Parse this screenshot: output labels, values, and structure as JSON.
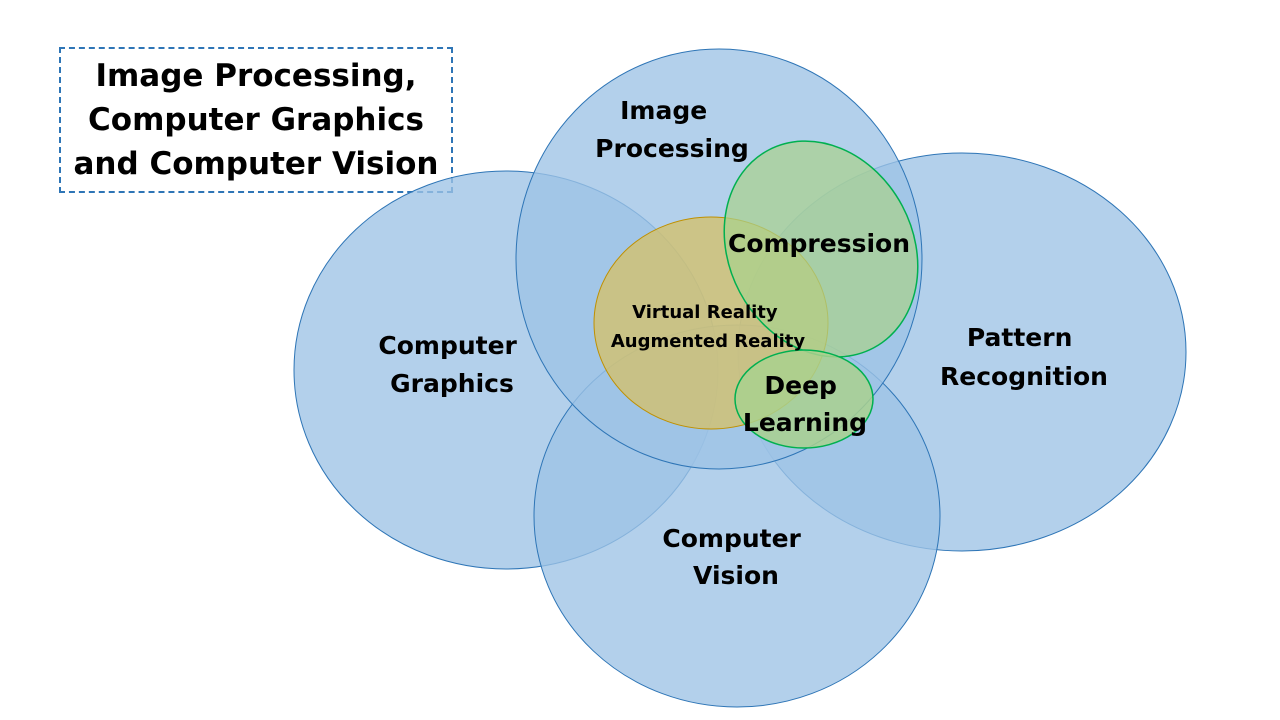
{
  "title": {
    "lines": [
      "Image Processing,",
      "Computer Graphics",
      "and Computer Vision"
    ]
  },
  "fields": {
    "computer_graphics": [
      "Computer",
      "Graphics"
    ],
    "image_processing": [
      "Image",
      "Processing"
    ],
    "pattern_recognition": [
      "Pattern",
      "Recognition"
    ],
    "computer_vision": [
      "Computer",
      "Vision"
    ]
  },
  "overlaps": {
    "compression": "Compression",
    "virtual_reality": [
      "Virtual Reality",
      "Augmented Reality"
    ],
    "deep_learning": [
      "Deep",
      "Learning"
    ]
  },
  "colors": {
    "field_fill": "#9DC3E6",
    "field_stroke": "#2E75B6",
    "compression_fill": "#A9D18E",
    "compression_stroke": "#00B050",
    "vr_fill": "#D4C06A",
    "vr_stroke": "#BF9000",
    "deep_learning_fill": "#A9D18E",
    "deep_learning_stroke": "#00B050",
    "title_border": "#2E75B6"
  }
}
